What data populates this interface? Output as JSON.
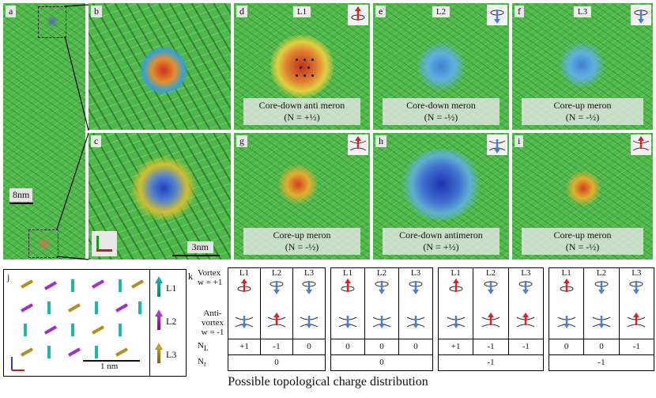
{
  "panels": {
    "a": {
      "label": "a",
      "scale": "8nm"
    },
    "b": {
      "label": "b"
    },
    "c": {
      "label": "c",
      "scale": "3nm"
    },
    "d": {
      "label": "d",
      "layer": "L1",
      "caption": "Core-down anti meron",
      "charge": "(N = +½)"
    },
    "e": {
      "label": "e",
      "layer": "L2",
      "caption": "Core-down meron",
      "charge": "(N = -½)"
    },
    "f": {
      "label": "f",
      "layer": "L3",
      "caption": "Core-up  meron",
      "charge": "(N = -½)"
    },
    "g": {
      "label": "g",
      "caption": "Core-up meron",
      "charge": "(N = -½)"
    },
    "h": {
      "label": "h",
      "caption": "Core-down antimeron",
      "charge": "(N = +½)"
    },
    "i": {
      "label": "i",
      "caption": "Core-up meron",
      "charge": "(N = -½)"
    },
    "j": {
      "label": "j",
      "layers": [
        "L1",
        "L2",
        "L3"
      ],
      "scale": "1 nm"
    }
  },
  "k": {
    "label": "k",
    "row_labels": {
      "vortex": "Vortex",
      "vortex_w": "w = +1",
      "antivortex": "Anti-",
      "antivortex2": "vortex",
      "antivortex_w": "w = -1",
      "nl": "N",
      "nl_sub": "L",
      "nt": "N",
      "nt_sub": "t"
    },
    "groups": [
      {
        "layers": [
          "L1",
          "L2",
          "L3"
        ],
        "nl": [
          "+1",
          "-1",
          "0"
        ],
        "nt": "0"
      },
      {
        "layers": [
          "L1",
          "L2",
          "L3"
        ],
        "nl": [
          "0",
          "0",
          "0"
        ],
        "nt": "0"
      },
      {
        "layers": [
          "L1",
          "L2",
          "L3"
        ],
        "nl": [
          "+1",
          "-1",
          "-1"
        ],
        "nt": "-1"
      },
      {
        "layers": [
          "L1",
          "L2",
          "L3"
        ],
        "nl": [
          "0",
          "0",
          "-1"
        ],
        "nt": "-1"
      }
    ],
    "caption": "Possible topological charge distribution"
  },
  "colors": {
    "field_green": "#4fb84a",
    "core_red": "#d03020",
    "core_blue": "#2040c0",
    "arrow_red": "#e02020",
    "arrow_blue": "#4a7fd0",
    "l1": "#1fb8a8",
    "l2": "#a030c8",
    "l3": "#b09020"
  }
}
